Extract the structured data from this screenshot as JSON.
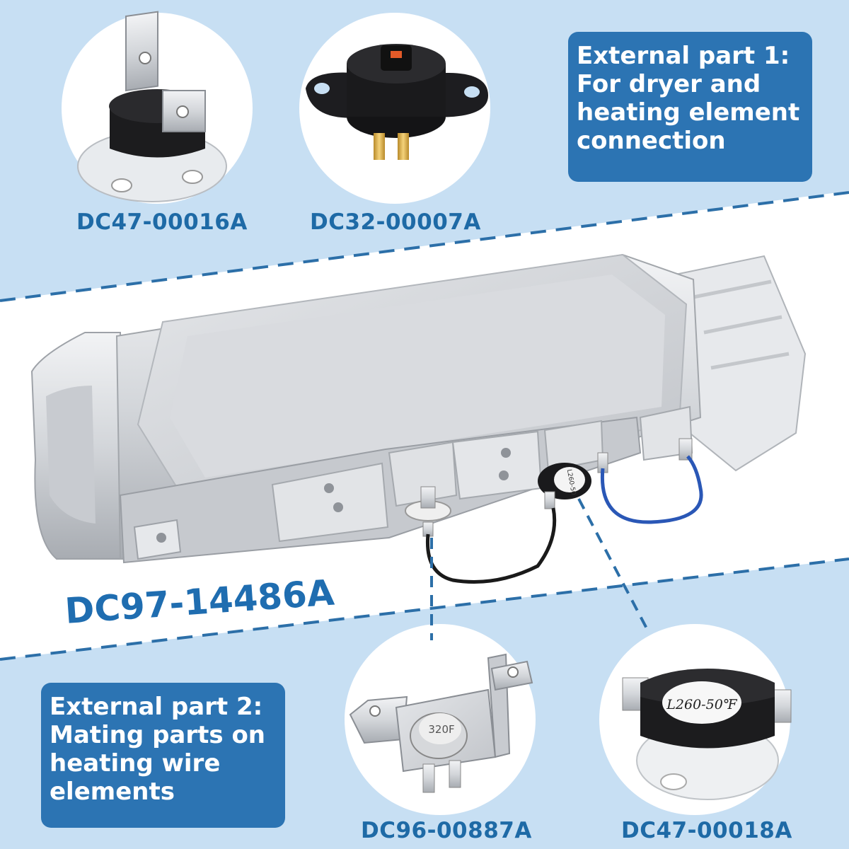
{
  "callouts": {
    "part1": [
      "External part 1:",
      "For dryer and",
      "heating element",
      "connection"
    ],
    "part2": [
      "External part 2:",
      "Mating parts on",
      "heating wire",
      "elements"
    ]
  },
  "parts": {
    "top_left": "DC47-00016A",
    "top_right": "DC32-00007A",
    "main": "DC97-14486A",
    "bottom_left": "DC96-00887A",
    "bottom_right": "DC47-00018A"
  },
  "thermostat_text": {
    "bottom_left": "320F",
    "bottom_right": "L260-50℉",
    "mounted": "L260-50"
  },
  "colors": {
    "background": "#c7dff3",
    "accent": "#2c74b3",
    "label": "#1e6aa6"
  }
}
